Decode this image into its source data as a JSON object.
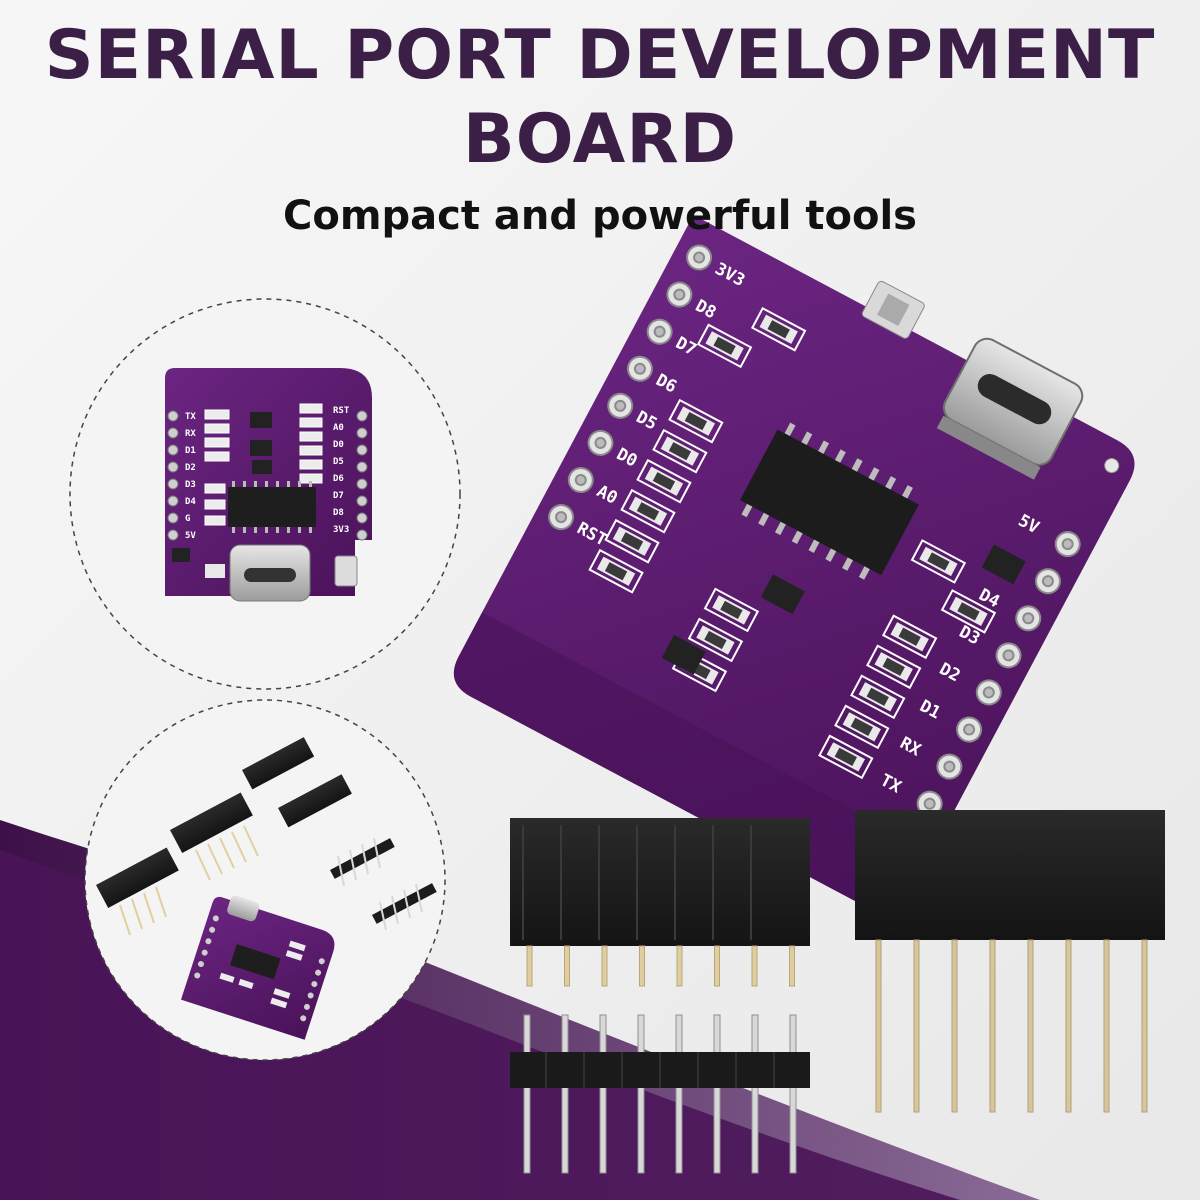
{
  "header": {
    "title_line1": "SERIAL PORT DEVELOPMENT",
    "title_line2": "BOARD",
    "subtitle": "Compact and powerful tools"
  },
  "board": {
    "left_pins": [
      "TX",
      "RX",
      "D1",
      "D2",
      "D3",
      "D4",
      "G",
      "5V"
    ],
    "right_pins": [
      "RST",
      "A0",
      "D0",
      "D5",
      "D6",
      "D7",
      "D8",
      "3V3"
    ]
  },
  "colors": {
    "title": "#3b1f47",
    "pcb": "#5b1a6e",
    "pcb_dark": "#3e0f4c",
    "accent_swoosh": "#5a2a6e",
    "header_black": "#1c1c1c",
    "pin_gold": "#d8c59a"
  }
}
